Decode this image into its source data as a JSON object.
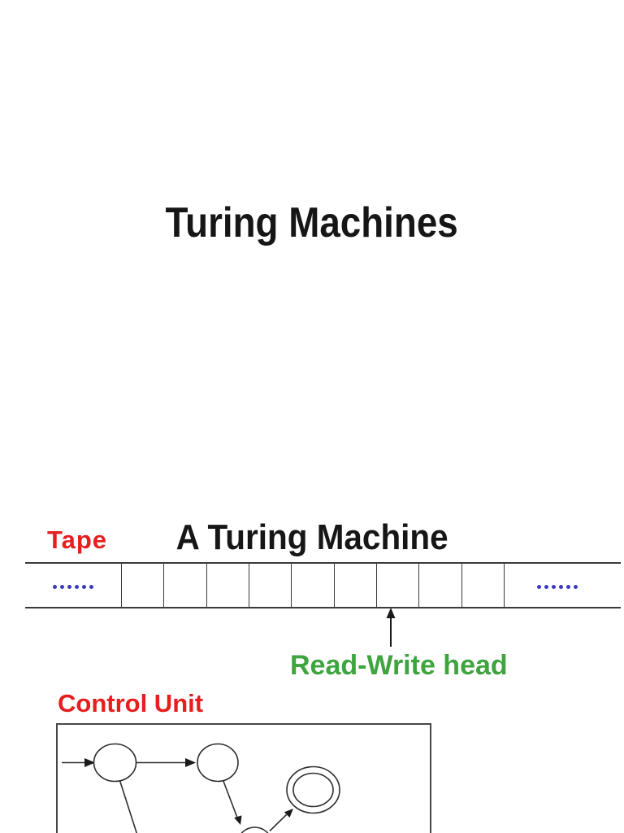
{
  "slide_title": "Turing Machines",
  "slide2": {
    "heading": "A Turing Machine",
    "tape": {
      "label": "Tape",
      "cell_count": 9,
      "ellipsis_text": "......",
      "ellipsis_dot_count": 6
    },
    "read_write_head_label": "Read-Write head",
    "control_unit": {
      "label": "Control Unit"
    }
  },
  "colors": {
    "text_black": "#161616",
    "label_red": "#e61e1e",
    "head_green": "#3ea43e",
    "dots_blue": "#3b3bc0",
    "line_dark": "#3a3a3a",
    "box_gray": "#474747"
  }
}
